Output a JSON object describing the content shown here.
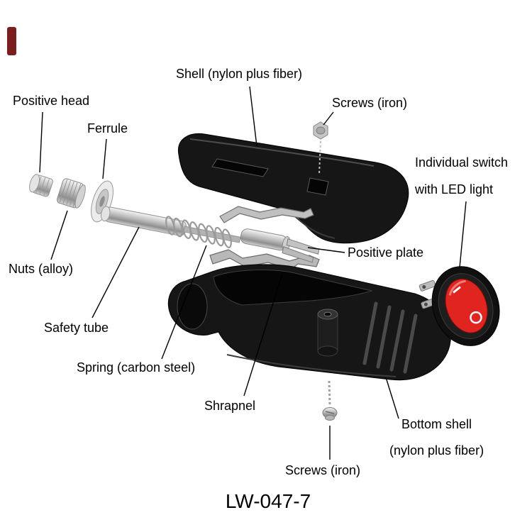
{
  "diagram": {
    "title": "LW-047-7",
    "labels": {
      "shell": "Shell (nylon plus fiber)",
      "positive_head": "Positive head",
      "ferrule": "Ferrule",
      "screws_top": "Screws (iron)",
      "switch_line1": "Individual switch",
      "switch_line2": "with LED light",
      "nuts": "Nuts (alloy)",
      "positive_plate": "Positive plate",
      "safety_tube": "Safety tube",
      "spring": "Spring (carbon steel)",
      "shrapnel": "Shrapnel",
      "screws_bottom": "Screws (iron)",
      "bottom_shell_line1": "Bottom shell",
      "bottom_shell_line2": "(nylon plus fiber)"
    },
    "colors": {
      "background": "#ffffff",
      "shell_black": "#161616",
      "metal_gray": "#c9c9c9",
      "switch_red": "#e02420",
      "text": "#000000"
    }
  }
}
